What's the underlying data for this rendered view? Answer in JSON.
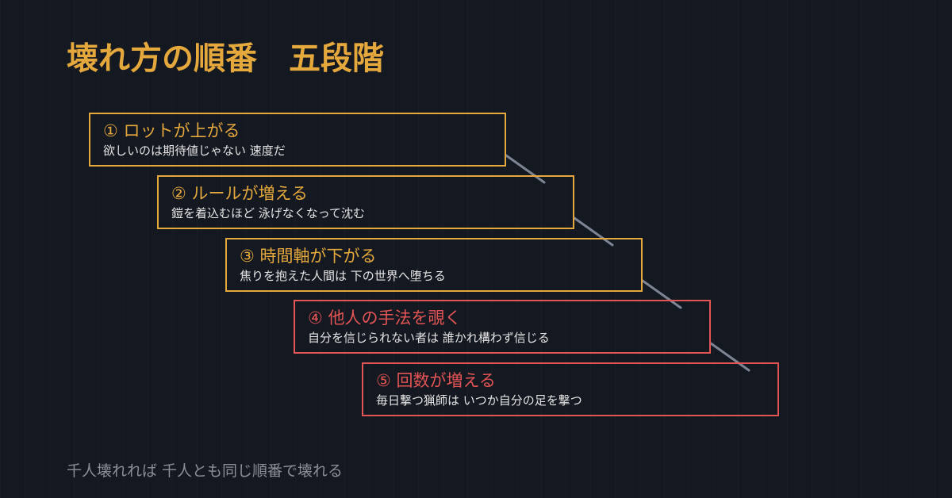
{
  "title": "壊れ方の順番　五段階",
  "steps": [
    {
      "heading": "① ロットが上がる",
      "subtitle": "欲しいのは期待値じゃない 速度だ",
      "color": "#e5a83c"
    },
    {
      "heading": "② ルールが増える",
      "subtitle": "鎧を着込むほど 泳げなくなって沈む",
      "color": "#e5a83c"
    },
    {
      "heading": "③ 時間軸が下がる",
      "subtitle": "焦りを抱えた人間は 下の世界へ堕ちる",
      "color": "#e5a83c"
    },
    {
      "heading": "④ 他人の手法を覗く",
      "subtitle": "自分を信じられない者は 誰かれ構わず信じる",
      "color": "#e35454"
    },
    {
      "heading": "⑤ 回数が増える",
      "subtitle": "毎日撃つ猟師は いつか自分の足を撃つ",
      "color": "#e35454"
    }
  ],
  "footer": "千人壊れれば 千人とも同じ順番で壊れる",
  "colors": {
    "background": "#141821",
    "connector": "#7d8494"
  }
}
